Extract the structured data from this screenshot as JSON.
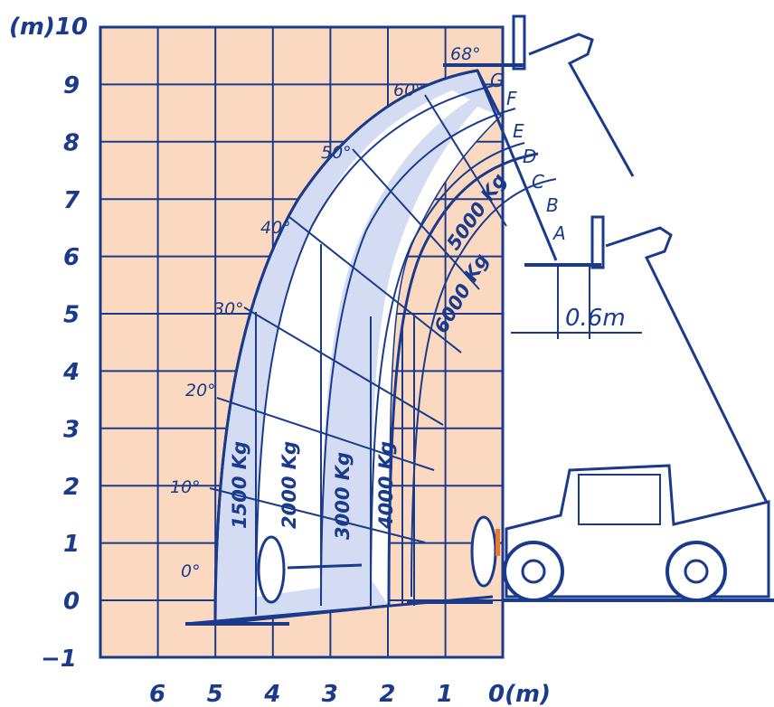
{
  "colors": {
    "ink": "#1a3a8c",
    "grid_fill": "#fad9c0",
    "envelope_fill": "#d4dcf4",
    "white": "#ffffff",
    "accent": "#e87a30"
  },
  "diagram": {
    "x_unit_label": "0(m)",
    "y_unit_label": "(m)10",
    "x_ticks": [
      "6",
      "5",
      "4",
      "3",
      "2",
      "1"
    ],
    "y_ticks": [
      "9",
      "8",
      "7",
      "6",
      "5",
      "4",
      "3",
      "2",
      "1",
      "0",
      "−1"
    ],
    "angle_labels": [
      "68°",
      "60°",
      "50°",
      "40°",
      "30°",
      "20°",
      "10°",
      "0°"
    ],
    "extension_labels": [
      "G",
      "F",
      "E",
      "D",
      "C",
      "B",
      "A"
    ],
    "load_zones": [
      "1500 Kg",
      "2000 Kg",
      "3000 Kg",
      "4000 Kg",
      "5000 Kg",
      "6000 Kg"
    ],
    "offset_dimension": "0.6m",
    "max_height_m": 10,
    "max_reach_m": 5,
    "max_angle_deg": 68
  }
}
